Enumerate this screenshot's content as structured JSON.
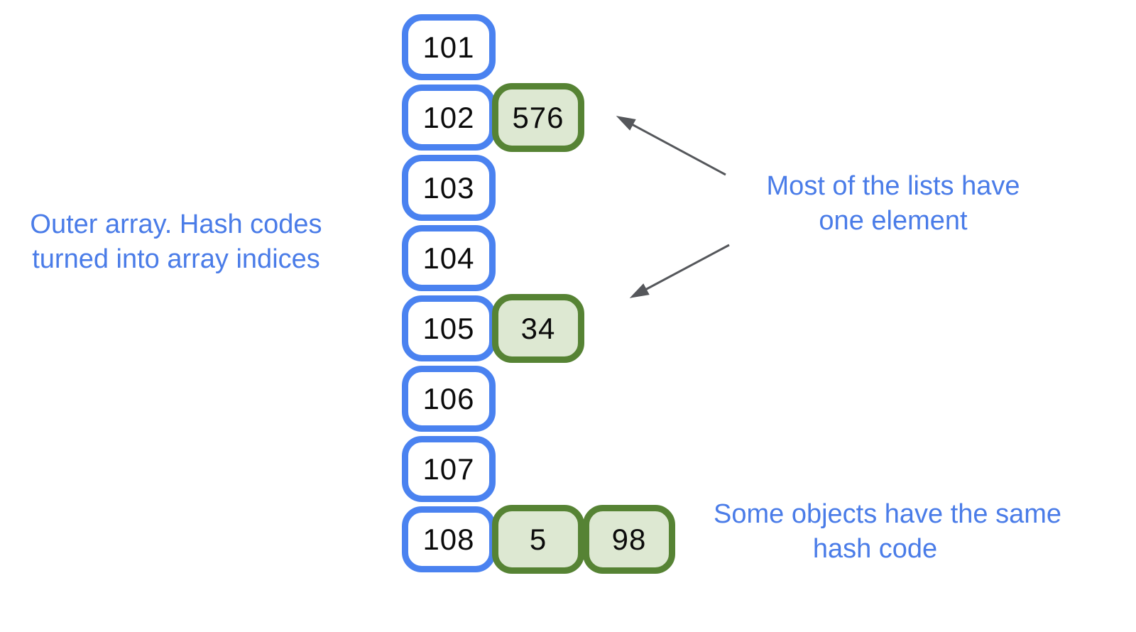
{
  "colors": {
    "page_bg": "#ffffff",
    "outer_box_border": "#4a82f0",
    "outer_box_fill": "#ffffff",
    "bucket_box_border": "#568334",
    "bucket_box_fill": "#dde8d2",
    "label_text": "#4a7ce8",
    "number_text": "#0b0b0b",
    "arrow_color": "#55575b"
  },
  "outer_array": {
    "rows": [
      {
        "index": "101",
        "values": []
      },
      {
        "index": "102",
        "values": [
          "576"
        ]
      },
      {
        "index": "103",
        "values": []
      },
      {
        "index": "104",
        "values": []
      },
      {
        "index": "105",
        "values": [
          "34"
        ]
      },
      {
        "index": "106",
        "values": []
      },
      {
        "index": "107",
        "values": []
      },
      {
        "index": "108",
        "values": [
          "5",
          "98"
        ]
      }
    ]
  },
  "labels": {
    "outer_array_caption": {
      "line1": "Outer array. Hash codes",
      "line2": "turned into array indices"
    },
    "lists_caption": {
      "line1": "Most of the lists have",
      "line2": "one element"
    },
    "collision_caption": {
      "line1": "Some objects have the same",
      "line2": "hash code"
    }
  }
}
